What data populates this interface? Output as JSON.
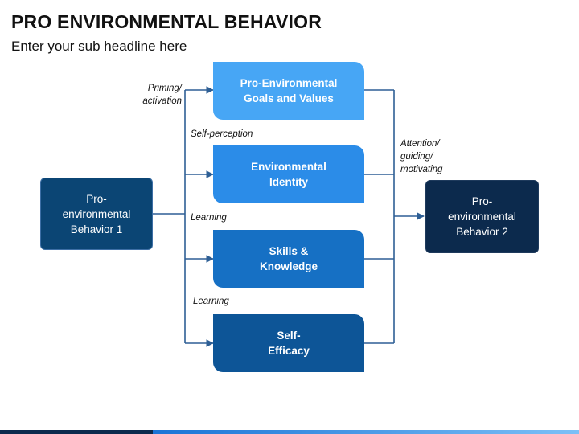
{
  "header": {
    "title": "PRO ENVIRONMENTAL BEHAVIOR",
    "subtitle": "Enter your sub headline here"
  },
  "diagram": {
    "input_box": {
      "label": "Pro-\nenvironmental\nBehavior 1",
      "color": "#0b4574"
    },
    "output_box": {
      "label": "Pro-\nenvironmental\nBehavior 2",
      "color": "#0c2a4d"
    },
    "factors": [
      {
        "label": "Pro-Environmental\nGoals and Values",
        "color": "#47a6f5"
      },
      {
        "label": "Environmental\nIdentity",
        "color": "#2b8ce8"
      },
      {
        "label": "Skills &\nKnowledge",
        "color": "#1670c4"
      },
      {
        "label": "Self-\nEfficacy",
        "color": "#0d5597"
      }
    ],
    "annotations": {
      "priming": "Priming/\nactivation",
      "self_perception": "Self-perception",
      "learning_1": "Learning",
      "learning_2": "Learning",
      "attention": "Attention/\nguiding/\nmotivating"
    },
    "line_color": "#2e5f95"
  }
}
